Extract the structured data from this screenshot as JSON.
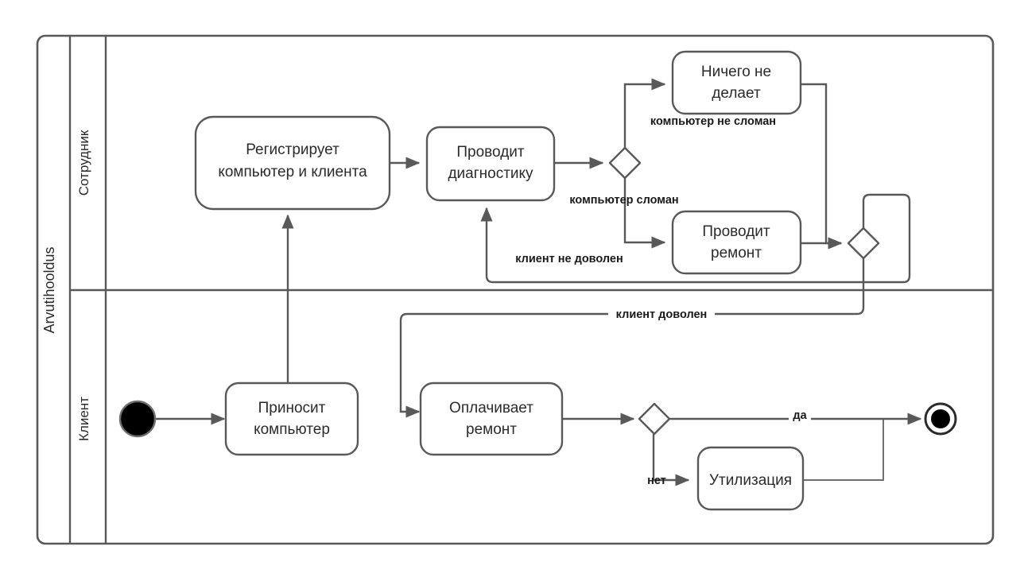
{
  "diagram": {
    "type": "uml-activity-swimlane",
    "pool": {
      "label": "Arvutihooldus"
    },
    "lanes": [
      {
        "id": "lane-employee",
        "label": "Сотрудник"
      },
      {
        "id": "lane-client",
        "label": "Клиент"
      }
    ],
    "nodes": [
      {
        "id": "start",
        "kind": "initial-node",
        "lane": "lane-client",
        "label": ""
      },
      {
        "id": "brings-computer",
        "kind": "action",
        "lane": "lane-client",
        "label_line1": "Приносит",
        "label_line2": "компьютер"
      },
      {
        "id": "register",
        "kind": "action",
        "lane": "lane-employee",
        "label_line1": "Регистрирует",
        "label_line2": "компьютер и клиента"
      },
      {
        "id": "diagnostics",
        "kind": "action",
        "lane": "lane-employee",
        "label_line1": "Проводит",
        "label_line2": "диагностику"
      },
      {
        "id": "decision-broken",
        "kind": "decision",
        "lane": "lane-employee",
        "label": ""
      },
      {
        "id": "do-nothing",
        "kind": "action",
        "lane": "lane-employee",
        "label_line1": "Ничего не",
        "label_line2": "делает"
      },
      {
        "id": "repair",
        "kind": "action",
        "lane": "lane-employee",
        "label_line1": "Проводит",
        "label_line2": "ремонт"
      },
      {
        "id": "merge-satisfied",
        "kind": "decision",
        "lane": "lane-employee",
        "label": ""
      },
      {
        "id": "pay-repair",
        "kind": "action",
        "lane": "lane-client",
        "label_line1": "Оплачивает",
        "label_line2": "ремонт"
      },
      {
        "id": "decision-keep",
        "kind": "decision",
        "lane": "lane-client",
        "label": ""
      },
      {
        "id": "disposal",
        "kind": "action",
        "lane": "lane-client",
        "label_line1": "Утилизация",
        "label_line2": ""
      },
      {
        "id": "end",
        "kind": "final-node",
        "lane": "lane-client",
        "label": ""
      }
    ],
    "edge_labels": {
      "not_broken": "компьютер не сломан",
      "broken": "компьютер сломан",
      "client_unhappy": "клиент не доволен",
      "client_happy": "клиент доволен",
      "yes": "да",
      "no": "нет"
    },
    "colors": {
      "stroke": "#595959",
      "frame": "#595959",
      "text": "#2b2b2b",
      "label_text": "#1a1a1a",
      "fill": "#ffffff",
      "node_fill": "#000000"
    }
  }
}
